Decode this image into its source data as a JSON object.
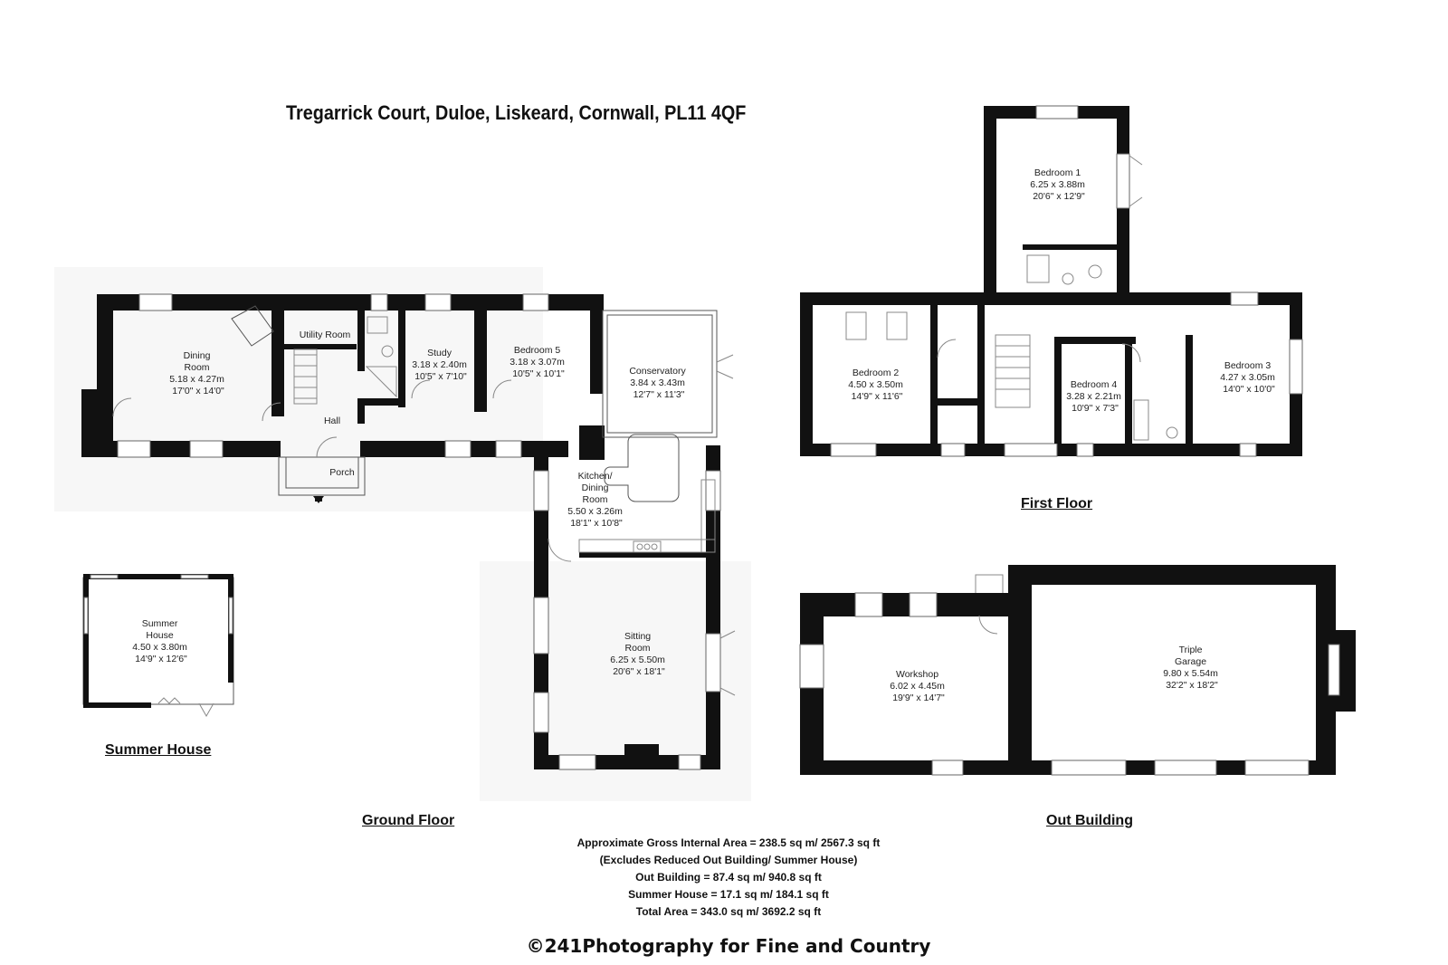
{
  "title": "Tregarrick Court, Duloe, Liskeard, Cornwall, PL11 4QF",
  "floors": {
    "ground": "Ground Floor",
    "first": "First Floor",
    "out_building": "Out Building",
    "summer_house": "Summer House"
  },
  "rooms": {
    "dining": {
      "name": "Dining",
      "name2": "Room",
      "metric": "5.18 x 4.27m",
      "imperial": "17'0\" x 14'0\""
    },
    "utility": {
      "name": "Utility Room"
    },
    "study": {
      "name": "Study",
      "metric": "3.18 x 2.40m",
      "imperial": "10'5\" x 7'10\""
    },
    "bedroom5": {
      "name": "Bedroom 5",
      "metric": "3.18 x 3.07m",
      "imperial": "10'5\" x 10'1\""
    },
    "conservatory": {
      "name": "Conservatory",
      "metric": "3.84 x 3.43m",
      "imperial": "12'7\" x 11'3\""
    },
    "hall": {
      "name": "Hall"
    },
    "porch": {
      "name": "Porch"
    },
    "kitchen": {
      "name": "Kitchen/",
      "name2": "Dining",
      "name3": "Room",
      "metric": "5.50 x 3.26m",
      "imperial": "18'1\" x 10'8\""
    },
    "sitting": {
      "name": "Sitting",
      "name2": "Room",
      "metric": "6.25 x 5.50m",
      "imperial": "20'6\" x 18'1\""
    },
    "summer_house": {
      "name": "Summer",
      "name2": "House",
      "metric": "4.50 x 3.80m",
      "imperial": "14'9\" x 12'6\""
    },
    "bedroom1": {
      "name": "Bedroom 1",
      "metric": "6.25 x 3.88m",
      "imperial": "20'6\" x 12'9\""
    },
    "bedroom2": {
      "name": "Bedroom 2",
      "metric": "4.50 x 3.50m",
      "imperial": "14'9\" x 11'6\""
    },
    "bedroom3": {
      "name": "Bedroom 3",
      "metric": "4.27 x 3.05m",
      "imperial": "14'0\" x 10'0\""
    },
    "bedroom4": {
      "name": "Bedroom 4",
      "metric": "3.28 x 2.21m",
      "imperial": "10'9\" x 7'3\""
    },
    "workshop": {
      "name": "Workshop",
      "metric": "6.02 x 4.45m",
      "imperial": "19'9\" x 14'7\""
    },
    "garage": {
      "name": "Triple",
      "name2": "Garage",
      "metric": "9.80 x 5.54m",
      "imperial": "32'2\" x 18'2\""
    }
  },
  "areas": [
    "Approximate Gross Internal Area = 238.5 sq m/ 2567.3 sq ft",
    "(Excludes Reduced Out Building/ Summer House)",
    "Out Building = 87.4 sq m/ 940.8 sq ft",
    "Summer House = 17.1 sq m/ 184.1 sq ft",
    "Total Area = 343.0 sq m/ 3692.2 sq ft"
  ],
  "copyright": "©241Photography for Fine and Country"
}
